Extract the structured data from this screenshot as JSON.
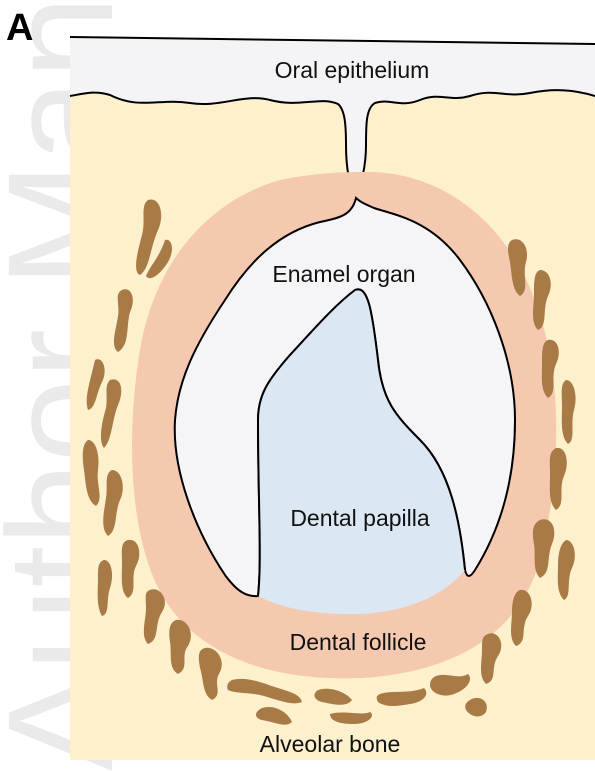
{
  "panel_label": "A",
  "watermark": "Author Manuscript",
  "labels": {
    "oral_epithelium": "Oral epithelium",
    "enamel_organ": "Enamel organ",
    "dental_papilla": "Dental papilla",
    "dental_follicle": "Dental follicle",
    "alveolar_bone": "Alveolar bone"
  },
  "colors": {
    "background_tissue": "#fdf0cc",
    "epithelium": "#f4f4f6",
    "follicle": "#f5c9b0",
    "enamel_organ": "#f5f5f7",
    "papilla": "#dce7f4",
    "bone": "#a87a45",
    "outline": "#000000"
  }
}
